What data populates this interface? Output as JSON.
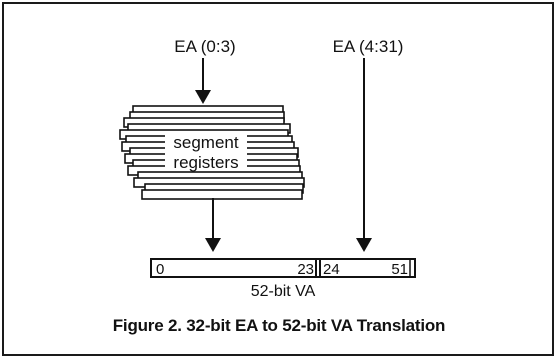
{
  "diagram": {
    "ea_high_label": "EA (0:3)",
    "ea_low_label": "EA (4:31)",
    "segment_registers": [
      "segment",
      "registers"
    ],
    "va_field_start": "0",
    "va_field_mid_end": "23",
    "va_field_mid_start": "24",
    "va_field_end": "51",
    "va_label": "52-bit VA"
  },
  "caption": "Figure 2.  32-bit EA to 52-bit VA Translation"
}
